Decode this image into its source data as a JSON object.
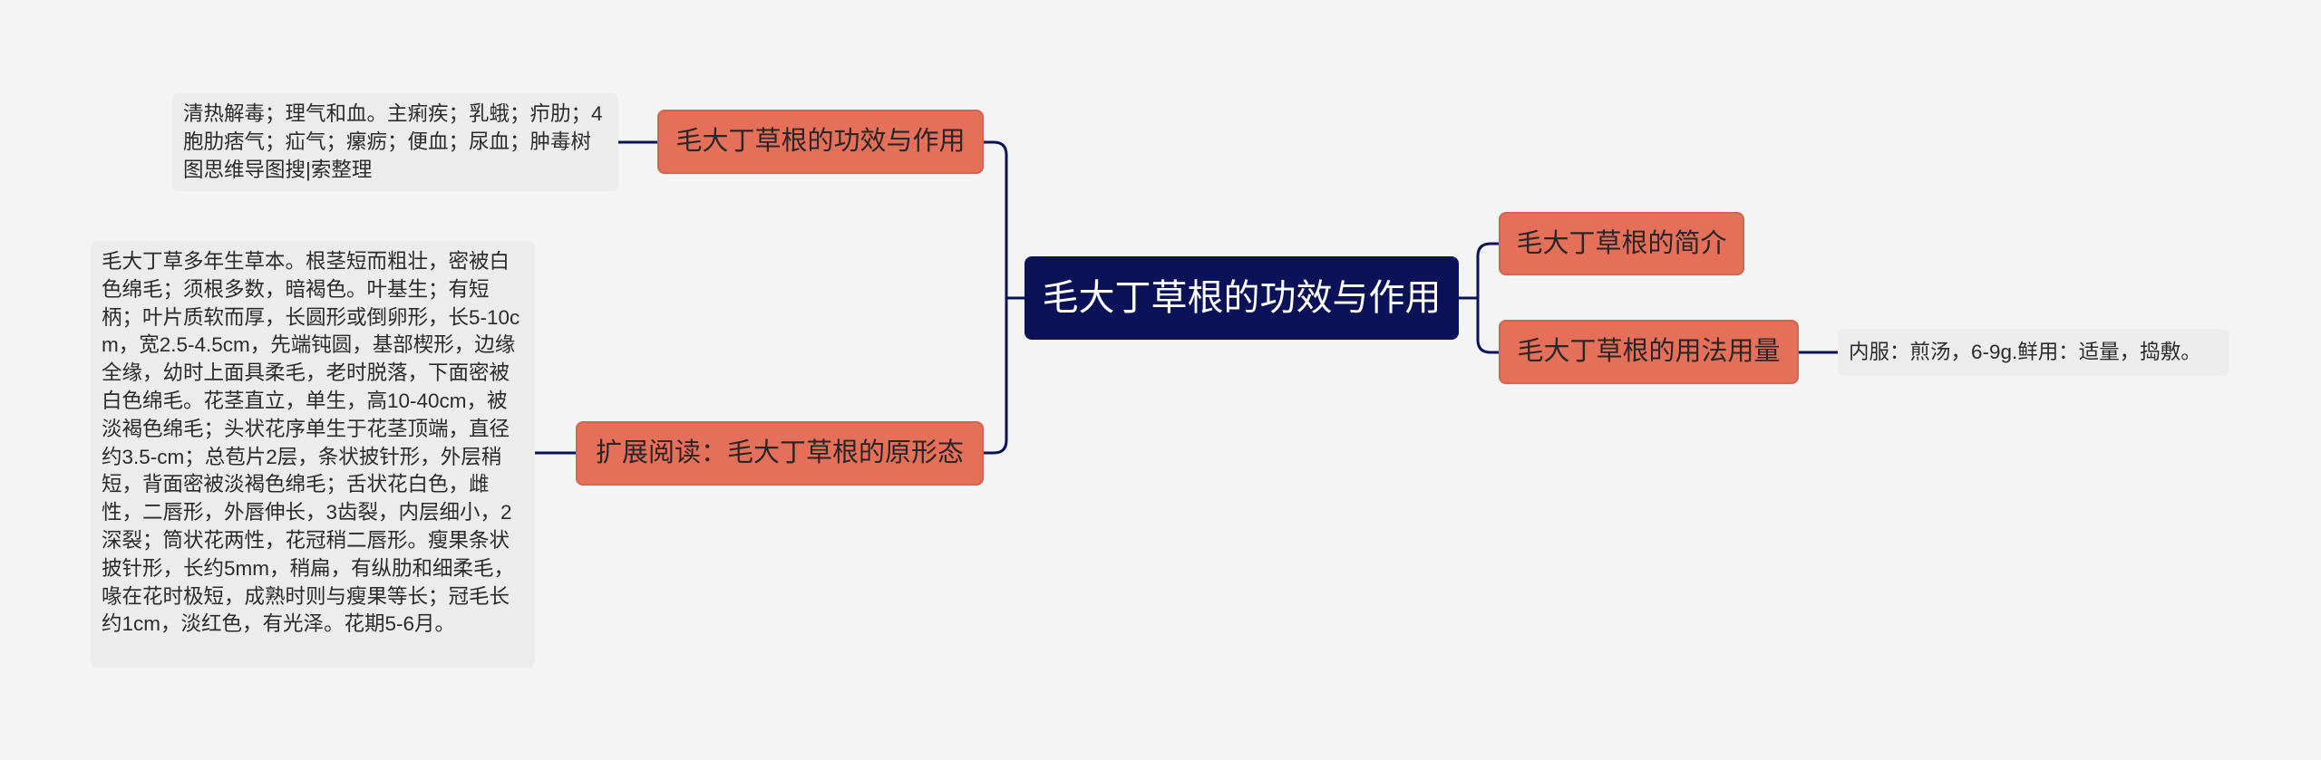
{
  "root": {
    "label": "毛大丁草根的功效与作用"
  },
  "branches": [
    {
      "label": "毛大丁草根的功效与作用",
      "details": "清热解毒；理气和血。主痢疾；乳蛾；疖肋；4胞肋痞气；疝气；瘰疬；便血；尿血；肿毒树图思维导图搜|索整理"
    },
    {
      "label": "扩展阅读：毛大丁草根的原形态",
      "details": "毛大丁草多年生草本。根茎短而粗壮，密被白色绵毛；须根多数，暗褐色。叶基生；有短柄；叶片质软而厚，长圆形或倒卵形，长5-10cm，宽2.5-4.5cm，先端钝圆，基部楔形，边缘全缘，幼时上面具柔毛，老时脱落，下面密被白色绵毛。花茎直立，单生，高10-40cm，被淡褐色绵毛；头状花序单生于花茎顶端，直径约3.5-cm；总苞片2层，条状披针形，外层稍短，背面密被淡褐色绵毛；舌状花白色，雌性，二唇形，外唇伸长，3齿裂，内层细小，2深裂；筒状花两性，花冠稍二唇形。瘦果条状披针形，长约5mm，稍扁，有纵肋和细柔毛，喙在花时极短，成熟时则与瘦果等长；冠毛长约1cm，淡红色，有光泽。花期5-6月。"
    },
    {
      "label": "毛大丁草根的简介"
    },
    {
      "label": "毛大丁草根的用法用量",
      "details": "内服：煎汤，6-9g.鲜用：适量，捣敷。"
    }
  ],
  "colors": {
    "background": "#f4f4f4",
    "root_fill": "#0c1257",
    "branch_fill": "#e5705a",
    "leaf_fill": "#ececec",
    "connector": "#0c1257"
  }
}
